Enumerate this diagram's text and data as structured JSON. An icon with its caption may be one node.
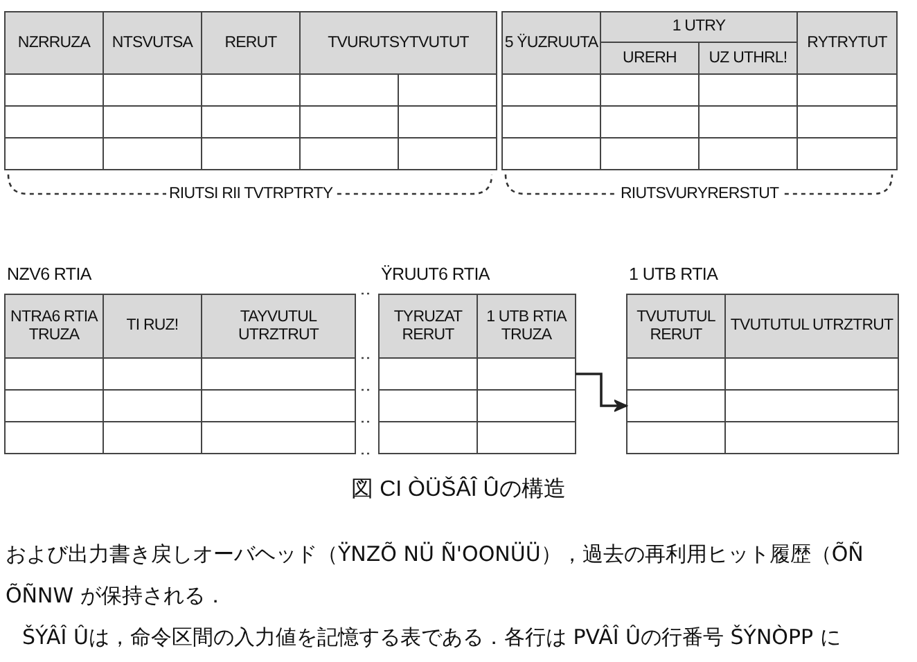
{
  "diagram": {
    "caption": "図 CI ÒÜŠÂÎ Ûの構造",
    "nodes": [
      {
        "text": [
          "NZRRUZA",
          "NTSVUTSA",
          "RERUT",
          "TVURUTSYTVUTUT"
        ],
        "beside": [
          "RIUTSI RII TVTRPTRTY"
        ]
      },
      {
        "text": [
          "5 ŸUZRUUTA",
          "1 UTRY",
          "URERH",
          "UZ UTHRL!",
          "RYTRYTUT"
        ],
        "beside": [
          "RIUTSVURYRERSTUT"
        ]
      },
      {
        "text": [
          "NZV6 RTIA",
          "NTRA6 RTIA TRUZA",
          "TI RUZ!",
          "TAYVUTUL UTRZTRUT"
        ]
      },
      {
        "text": [
          "ŸRUUT6 RTIA",
          "TYRUZAT RERUT",
          "1 UTB RTIA TRUZA"
        ]
      },
      {
        "text": [],
        "shape": "box",
        "in": 3
      },
      {
        "text": [
          "1 UTB RTIA",
          "TVUTUTUL RERUT",
          "TVUTUTUL UTRZTRUT"
        ]
      },
      {
        "text": [],
        "shape": "box",
        "in": 5
      }
    ],
    "edges": [
      {
        "from": 4,
        "to": 6,
        "arrow": "to"
      }
    ],
    "labels": [
      "および出力書き戻しオーバヘッド（ŸNZÕ NÜ Ñ'OONÜÜ），過去の再利用ヒット履歴（ÕÑ",
      "ÕÑNW が保持される．",
      "ŠÝÂÎ Ûは，命令区間の入力値を記憶する表である．各行は PVÂÎ Ûの行番号 ŠÝNÒPP に"
    ]
  }
}
